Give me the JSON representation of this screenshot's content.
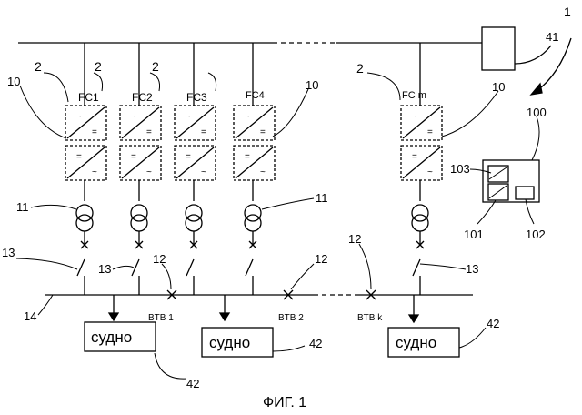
{
  "figure": {
    "caption": "ФИГ. 1",
    "converters": [
      {
        "label": "FC1",
        "ref": "2"
      },
      {
        "label": "FC2",
        "ref": "2"
      },
      {
        "label": "FC3",
        "ref": "2"
      },
      {
        "label": "FC4",
        "ref": ""
      },
      {
        "label": "FC m",
        "ref": "2"
      }
    ],
    "breakers": [
      "BTB 1",
      "BTB 2",
      "BTB k"
    ],
    "loads": [
      "судно",
      "судно",
      "судно"
    ],
    "refs": {
      "system": "1",
      "converter": "2",
      "converter_block": "10",
      "transformer": "11",
      "breaker": "12",
      "switch": "13",
      "bus": "14",
      "grid_unit": "41",
      "load": "42",
      "controller": "100",
      "ctrl_a": "101",
      "ctrl_b": "102",
      "ctrl_c": "103"
    }
  }
}
